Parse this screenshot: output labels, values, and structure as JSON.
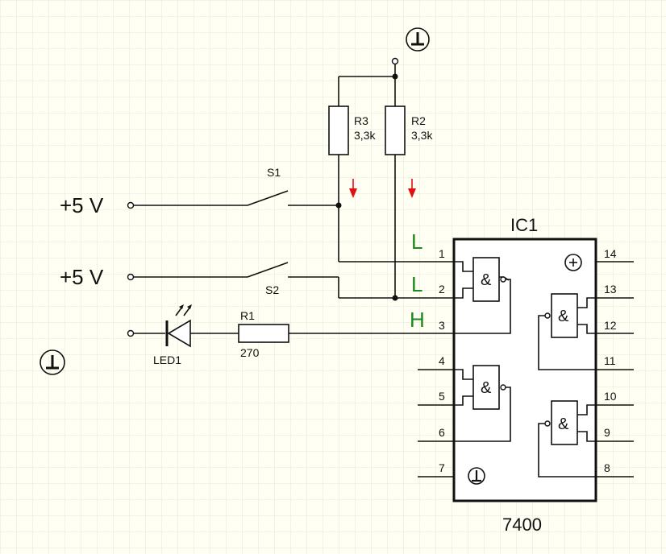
{
  "supply": {
    "s1_label": "+5 V",
    "s2_label": "+5 V"
  },
  "switches": {
    "s1": "S1",
    "s2": "S2"
  },
  "resistors": {
    "r3": {
      "name": "R3",
      "value": "3,3k"
    },
    "r2": {
      "name": "R2",
      "value": "3,3k"
    },
    "r1": {
      "name": "R1",
      "value": "270"
    }
  },
  "led": {
    "name": "LED1"
  },
  "ic": {
    "name": "IC1",
    "part": "7400",
    "pins": [
      "1",
      "2",
      "3",
      "4",
      "5",
      "6",
      "7",
      "8",
      "9",
      "10",
      "11",
      "12",
      "13",
      "14"
    ],
    "gate_symbol": "&"
  },
  "levels": {
    "in1": "L",
    "in2": "L",
    "out": "H"
  },
  "colors": {
    "grid": "#e6e6d8",
    "level": "#1a8a1a",
    "arrow": "#e01010",
    "wire": "#111111"
  },
  "icons": [
    "ground-icon",
    "plus-supply-icon",
    "current-arrow-icon"
  ]
}
